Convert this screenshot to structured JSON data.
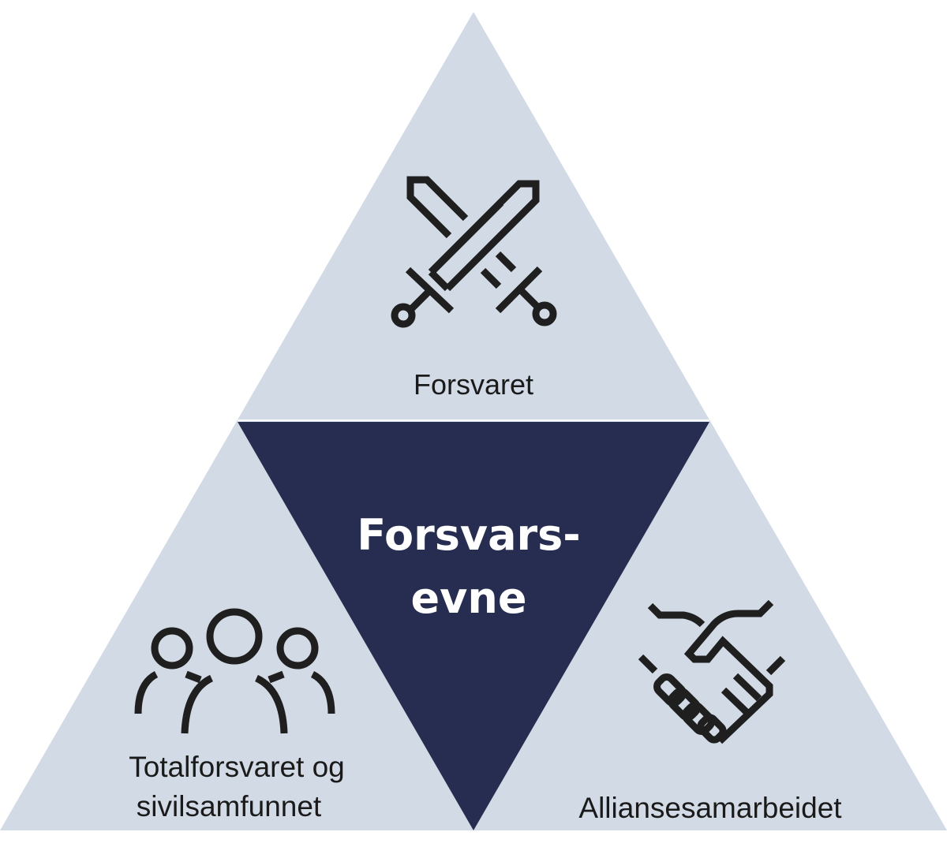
{
  "colors": {
    "outer_fill": "#D2DAE5",
    "center_fill": "#272D50",
    "icon_stroke": "#1F1F1F",
    "label_text": "#1A1A1A",
    "center_text": "#FFFFFF"
  },
  "center": {
    "line1": "Forsvars-",
    "line2": "evne"
  },
  "top_section": {
    "icon": "crossed-swords-icon",
    "label": "Forsvaret"
  },
  "left_section": {
    "icon": "people-group-icon",
    "label_line1": "Totalforsvaret og",
    "label_line2": "sivilsamfunnet"
  },
  "right_section": {
    "icon": "handshake-icon",
    "label": "Alliansesamarbeidet"
  }
}
